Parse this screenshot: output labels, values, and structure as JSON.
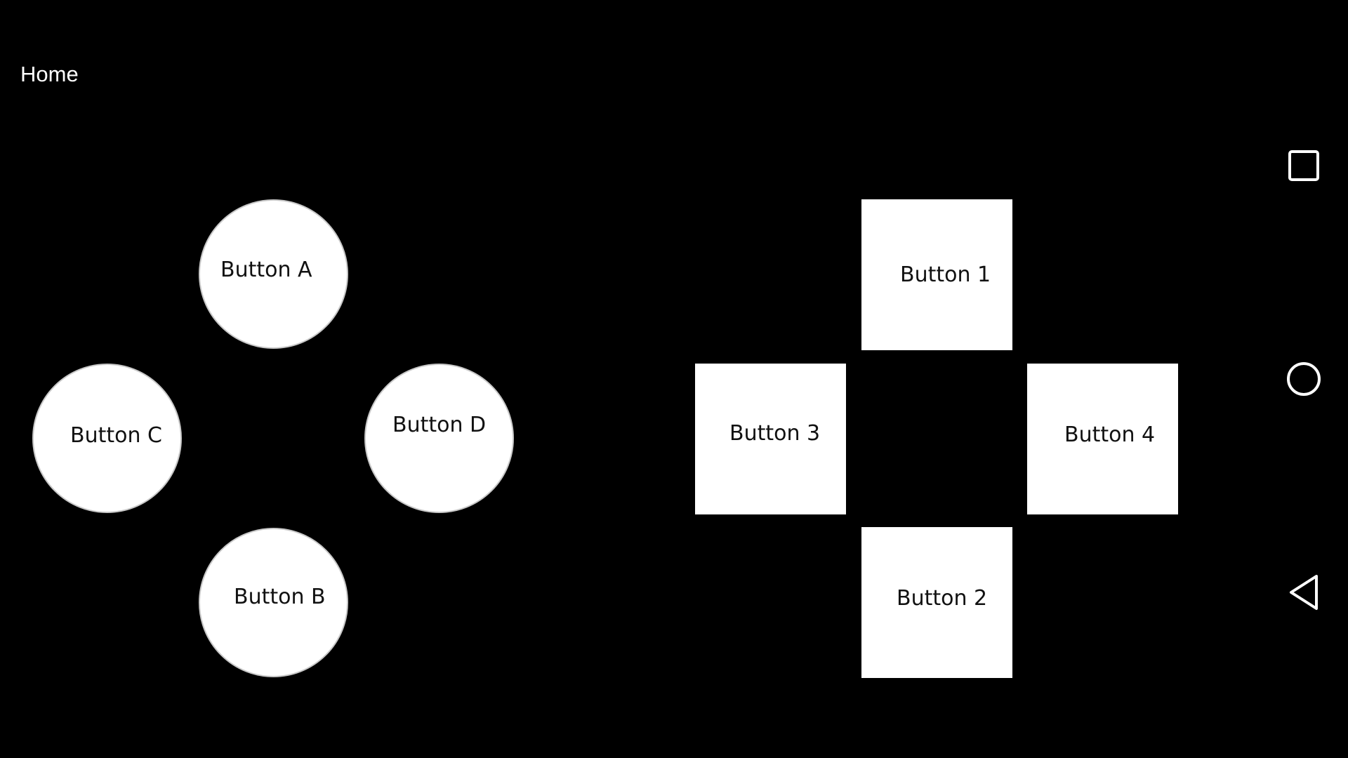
{
  "header": {
    "title": "Home"
  },
  "round_buttons": {
    "a": {
      "label": "Button A"
    },
    "b": {
      "label": "Button B"
    },
    "c": {
      "label": "Button C"
    },
    "d": {
      "label": "Button D"
    }
  },
  "square_buttons": {
    "one": {
      "label": "Button 1"
    },
    "two": {
      "label": "Button 2"
    },
    "three": {
      "label": "Button 3"
    },
    "four": {
      "label": "Button 4"
    }
  },
  "nav_bar": {
    "recents_icon": "square-recents-icon",
    "home_icon": "circle-home-icon",
    "back_icon": "triangle-back-icon"
  },
  "colors": {
    "background": "#000000",
    "button_fill": "#ffffff",
    "circle_border": "#c8c8c8",
    "label_text": "#111111",
    "nav_icon": "#ffffff"
  }
}
